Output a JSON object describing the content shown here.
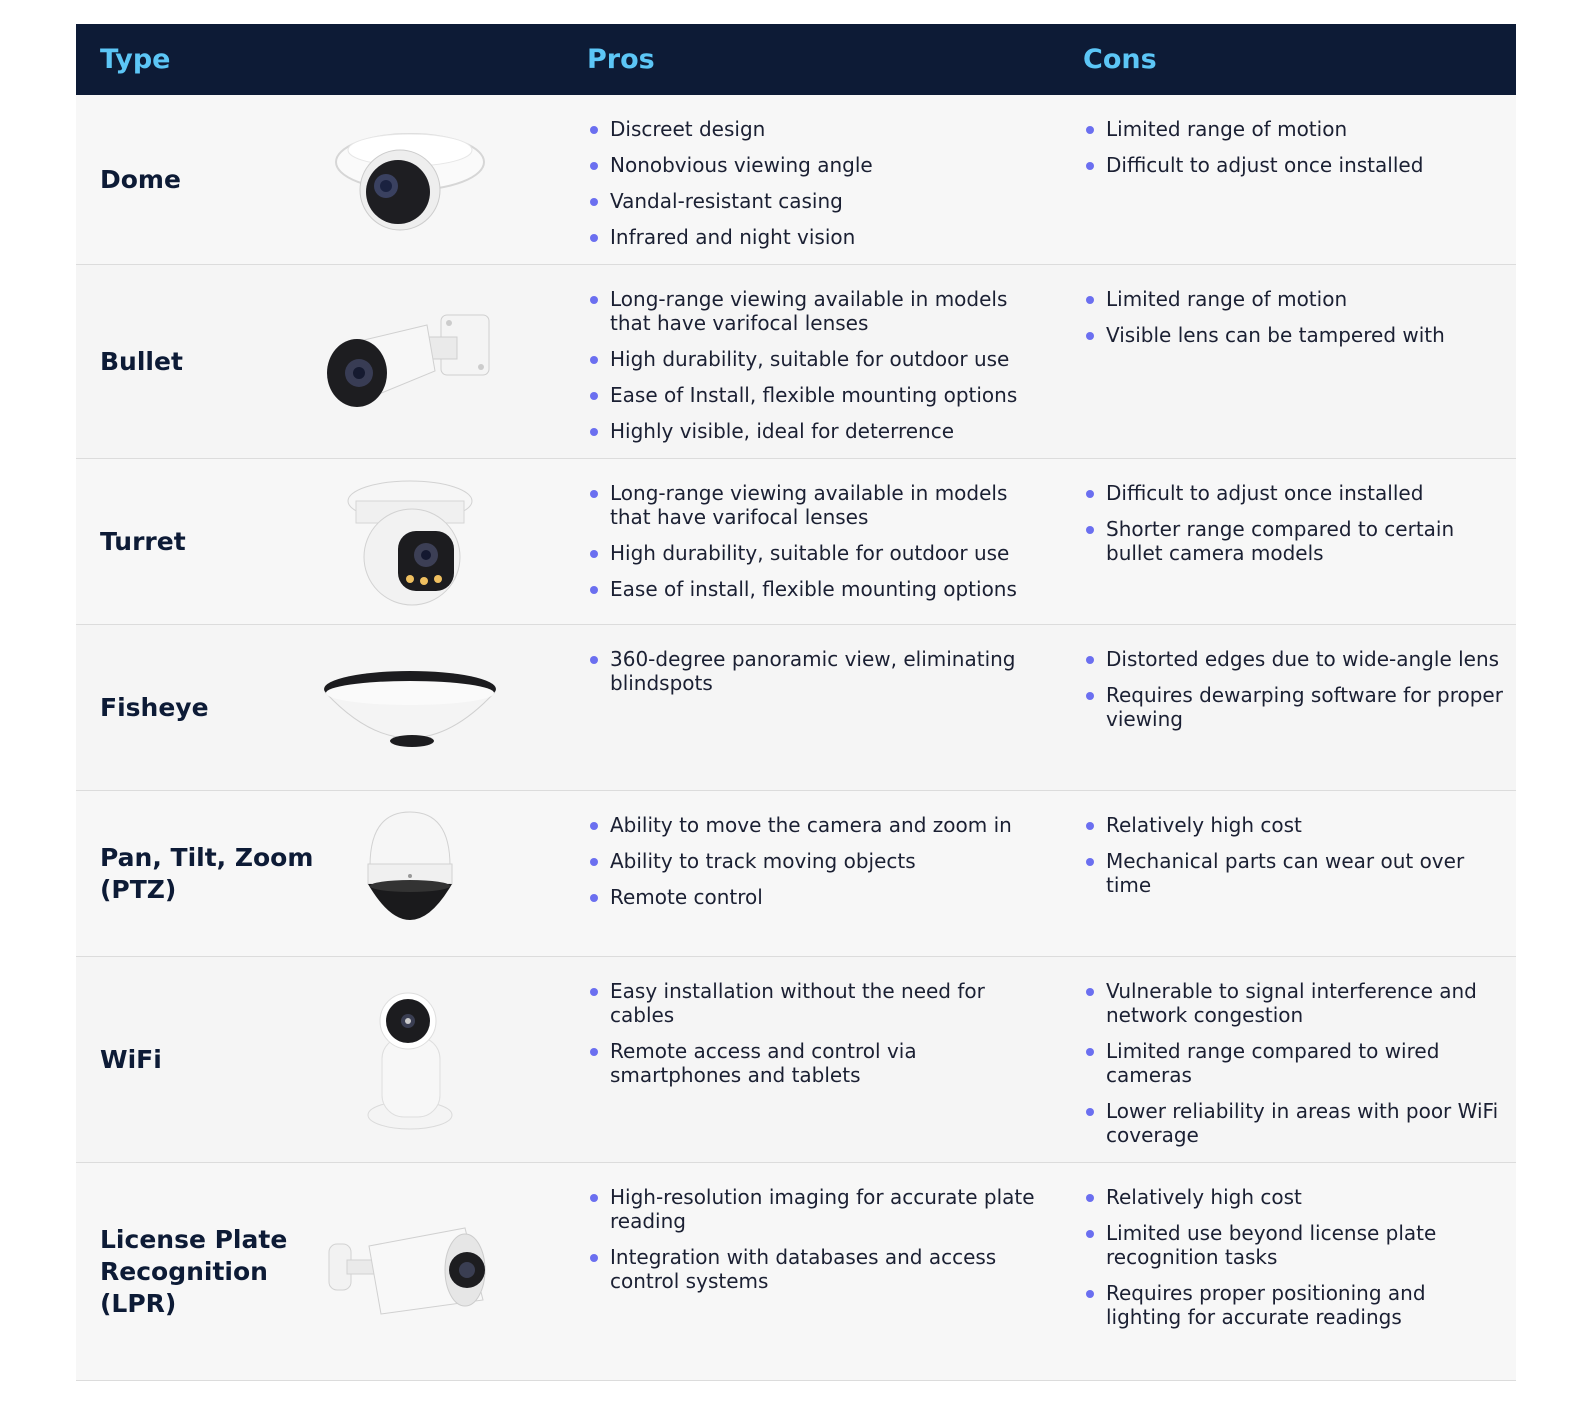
{
  "header": {
    "type": "Type",
    "pros": "Pros",
    "cons": "Cons"
  },
  "rows": [
    {
      "type": "Dome",
      "camera_icon": "dome-camera",
      "pros": [
        "Discreet design",
        "Nonobvious viewing angle",
        "Vandal-resistant casing",
        "Infrared and night vision"
      ],
      "cons": [
        "Limited range of motion",
        "Difficult to adjust once installed"
      ]
    },
    {
      "type": "Bullet",
      "camera_icon": "bullet-camera",
      "pros": [
        "Long-range viewing available in models that have varifocal lenses",
        "High durability, suitable for outdoor use",
        "Ease of Install, flexible mounting options",
        "Highly visible, ideal for deterrence"
      ],
      "cons": [
        "Limited range of motion",
        "Visible lens can be tampered with"
      ]
    },
    {
      "type": "Turret",
      "camera_icon": "turret-camera",
      "pros": [
        "Long-range viewing available in models that have varifocal lenses",
        "High durability, suitable for outdoor use",
        "Ease of install, flexible mounting options"
      ],
      "cons": [
        "Difficult to adjust once installed",
        "Shorter range compared to certain bullet camera models"
      ]
    },
    {
      "type": "Fisheye",
      "camera_icon": "fisheye-camera",
      "pros": [
        "360-degree panoramic view, eliminating blindspots"
      ],
      "cons": [
        "Distorted edges due to wide-angle lens",
        "Requires dewarping software for proper viewing"
      ]
    },
    {
      "type": "Pan, Tilt, Zoom (PTZ)",
      "camera_icon": "ptz-camera",
      "pros": [
        "Ability to move the camera and zoom in",
        "Ability to track moving objects",
        "Remote control"
      ],
      "cons": [
        "Relatively high cost",
        "Mechanical parts can wear out over time"
      ]
    },
    {
      "type": "WiFi",
      "camera_icon": "wifi-camera",
      "pros": [
        "Easy installation without the need for cables",
        "Remote access and control via smartphones and tablets"
      ],
      "cons": [
        "Vulnerable to signal interference and network congestion",
        "Limited range compared to wired cameras",
        "Lower reliability in areas with poor WiFi coverage"
      ]
    },
    {
      "type": "License Plate Recognition (LPR)",
      "camera_icon": "lpr-camera",
      "pros": [
        "High-resolution imaging for accurate plate reading",
        "Integration with databases and access control systems"
      ],
      "cons": [
        "Relatively high cost",
        "Limited use beyond license plate recognition tasks",
        "Requires proper positioning and lighting for accurate readings"
      ]
    }
  ]
}
